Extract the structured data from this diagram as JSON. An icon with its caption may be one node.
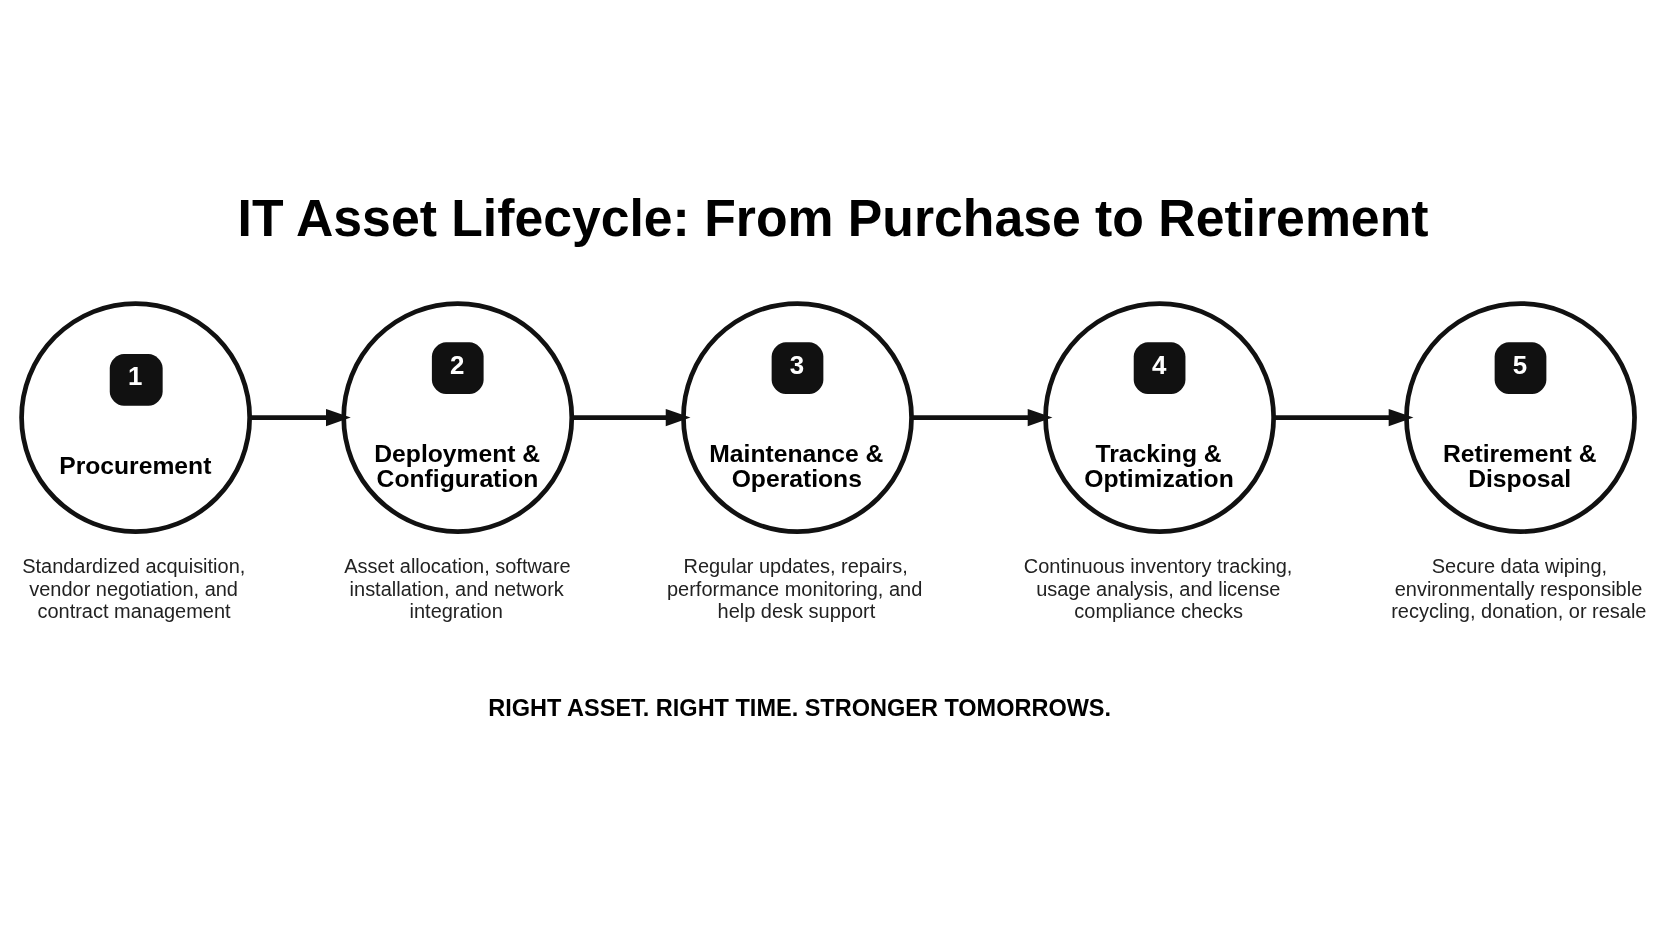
{
  "diagram": {
    "title": "IT Asset Lifecycle: From Purchase to Retirement",
    "nodes": [
      {
        "text": [
          "1",
          "Procurement"
        ],
        "beside": [
          "Standardized acquisition, vendor negotiation, and contract management"
        ]
      },
      {
        "text": [
          "2",
          "Deployment & Configuration"
        ],
        "beside": [
          "Asset allocation, software installation, and network integration"
        ]
      },
      {
        "text": [
          "3",
          "Maintenance & Operations"
        ],
        "beside": [
          "Regular updates, repairs, performance monitoring, and help desk support"
        ]
      },
      {
        "text": [
          "4",
          "Tracking & Optimization"
        ],
        "beside": [
          "Continuous inventory tracking, usage analysis, and license compliance checks"
        ]
      },
      {
        "text": [
          "5",
          "Retirement & Disposal"
        ],
        "beside": [
          "Secure data wiping, environmentally responsible recycling, donation, or resale"
        ]
      }
    ],
    "edges": [
      {
        "from": 0,
        "to": 1,
        "arrow": "to"
      },
      {
        "from": 1,
        "to": 2,
        "arrow": "to"
      },
      {
        "from": 2,
        "to": 3,
        "arrow": "to"
      },
      {
        "from": 3,
        "to": 4,
        "arrow": "to"
      }
    ],
    "caption": "RIGHT ASSET. RIGHT TIME. STRONGER TOMORROWS."
  }
}
